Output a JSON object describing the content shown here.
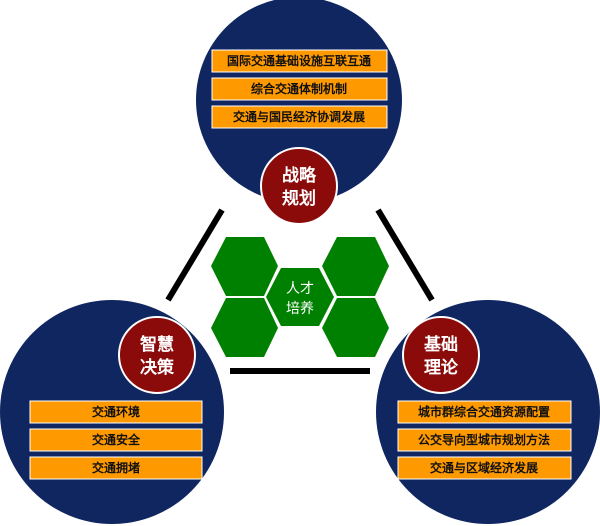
{
  "colors": {
    "circle": "#0F2660",
    "hub": "#8B0A0A",
    "box": "#FF9900",
    "hex": "#008000",
    "line": "#000000"
  },
  "top": {
    "hub": [
      "战略",
      "规划"
    ],
    "items": [
      "国际交通基础设施互联互通",
      "综合交通体制机制",
      "交通与国民经济协调发展"
    ]
  },
  "left": {
    "hub": [
      "智慧",
      "决策"
    ],
    "items": [
      "交通环境",
      "交通安全",
      "交通拥堵"
    ]
  },
  "right": {
    "hub": [
      "基础",
      "理论"
    ],
    "items": [
      "城市群综合交通资源配置",
      "公交导向型城市规划方法",
      "交通与区域经济发展"
    ]
  },
  "center": {
    "label": [
      "人才",
      "培养"
    ]
  }
}
